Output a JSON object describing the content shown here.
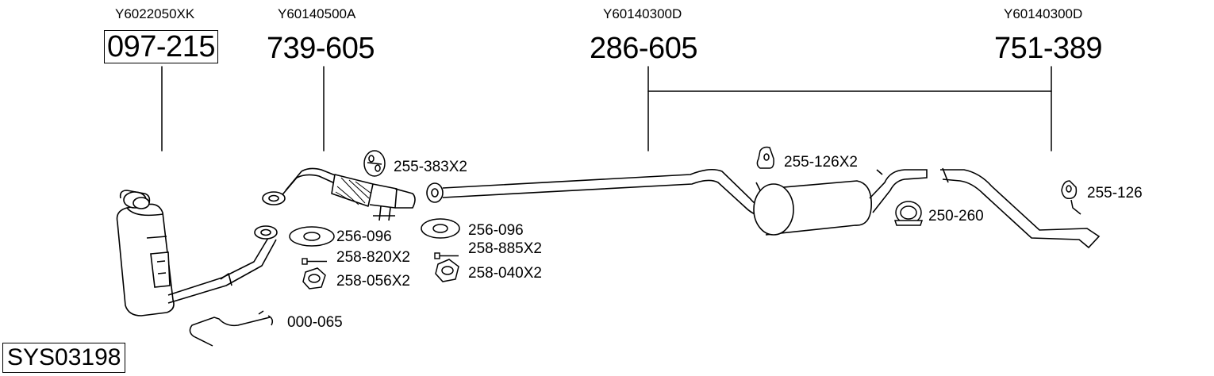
{
  "system_code": "SYS03198",
  "main_parts": [
    {
      "oem": "Y6022050XK",
      "number": "097-215",
      "boxed": true
    },
    {
      "oem": "Y60140500A",
      "number": "739-605",
      "boxed": false
    },
    {
      "oem": "Y60140300D",
      "number": "286-605",
      "boxed": false
    },
    {
      "oem": "Y60140300D",
      "number": "751-389",
      "boxed": false
    }
  ],
  "accessories": {
    "a1": "255-383X2",
    "a2": "256-096",
    "a3": "258-820X2",
    "a4": "258-056X2",
    "a5": "256-096",
    "a6": "258-885X2",
    "a7": "258-040X2",
    "a8": "000-065",
    "a9": "255-126X2",
    "a10": "250-260",
    "a11": "255-126"
  }
}
